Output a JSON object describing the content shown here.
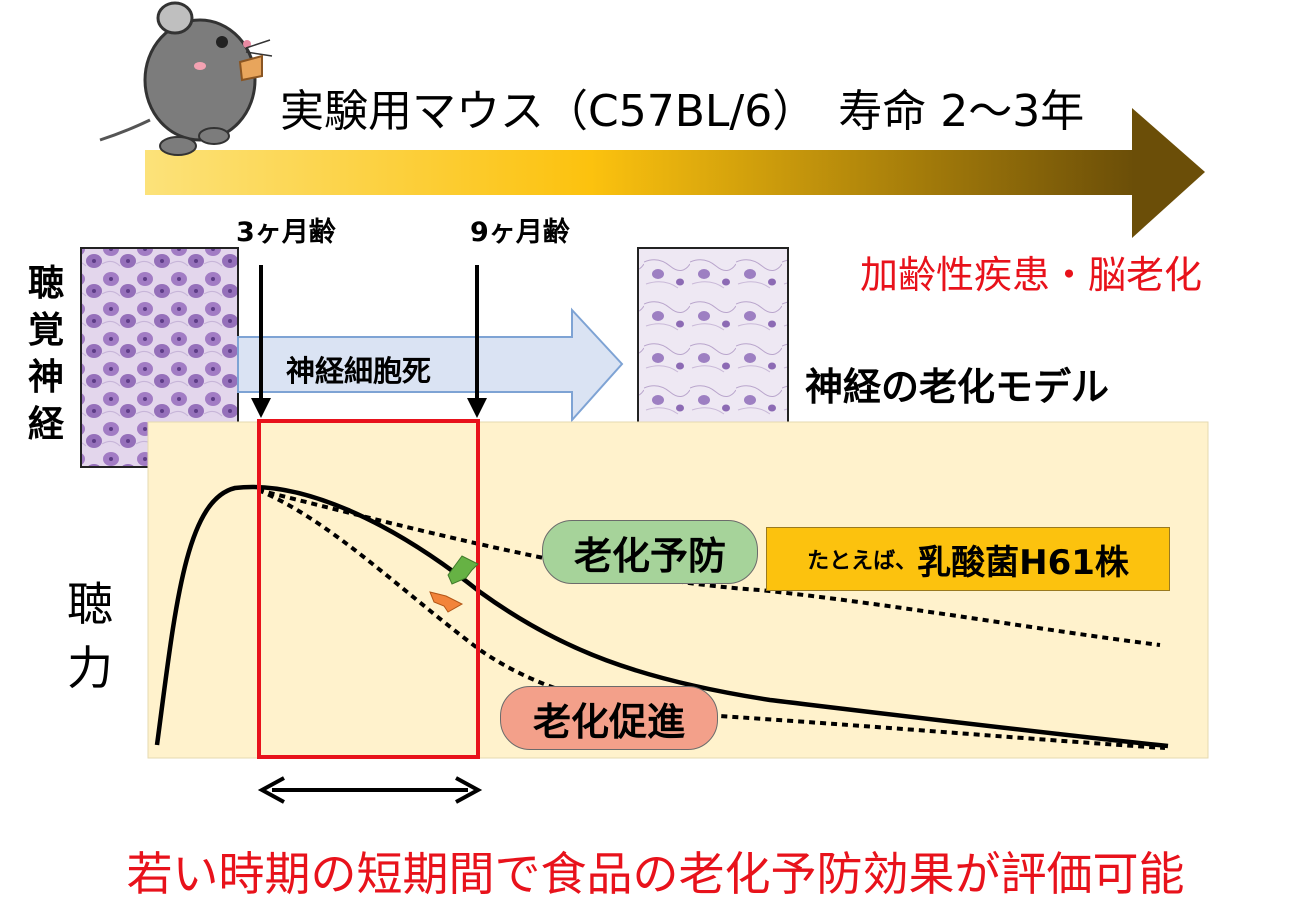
{
  "header": {
    "title": "実験用マウス（C57BL/6）　寿命 2〜3年"
  },
  "ages": {
    "start": "3ヶ月齢",
    "end": "9ヶ月齢"
  },
  "labels": {
    "auditory_nerve": "聴覚神経",
    "cell_death": "神経細胞死",
    "aging_model": "神経の老化モデル",
    "disease": "加齢性疾患・脳老化",
    "hearing": "聴力"
  },
  "pills": {
    "prevention": "老化予防",
    "promotion": "老化促進"
  },
  "example": {
    "prefix": "たとえば、",
    "main": "乳酸菌H61株"
  },
  "conclusion": "若い時期の短期間で食品の老化予防効果が評価可能",
  "colors": {
    "timeline_start": "#fce27a",
    "timeline_mid": "#fcc20e",
    "timeline_end": "#6b4e08",
    "chart_background": "#fff2cc",
    "highlight_red": "#e8121b",
    "cell_death_arrow": "#dae3f3",
    "prevention_green": "#a6d39a",
    "promotion_salmon": "#f3a08a",
    "example_yellow": "#fcc20e"
  }
}
